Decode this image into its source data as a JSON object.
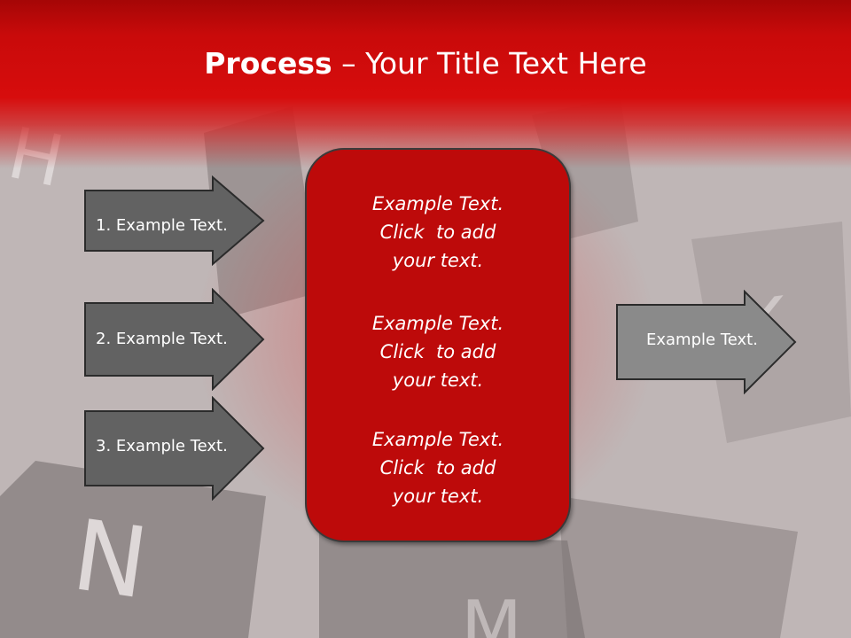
{
  "slide": {
    "title_bold": "Process",
    "title_dash": " – ",
    "title_rest": "Your Title Text Here"
  },
  "left_arrows": [
    {
      "label": "1. Example Text."
    },
    {
      "label": "2. Example Text."
    },
    {
      "label": "3. Example Text."
    }
  ],
  "center_box": {
    "items": [
      {
        "line1": "Example Text.",
        "line2": "Click  to add",
        "line3": "your text."
      },
      {
        "line1": "Example Text.",
        "line2": "Click  to add",
        "line3": "your text."
      },
      {
        "line1": "Example Text.",
        "line2": "Click  to add",
        "line3": "your text."
      }
    ]
  },
  "right_arrow": {
    "label": "Example Text."
  },
  "background": {
    "keyboard_letters": [
      "H",
      "N",
      "K",
      "M"
    ]
  },
  "colors": {
    "header_red": "#d20c0c",
    "box_red": "#bd0a0a",
    "left_arrow_fill": "#626262",
    "right_arrow_fill": "#8a8a8a"
  }
}
